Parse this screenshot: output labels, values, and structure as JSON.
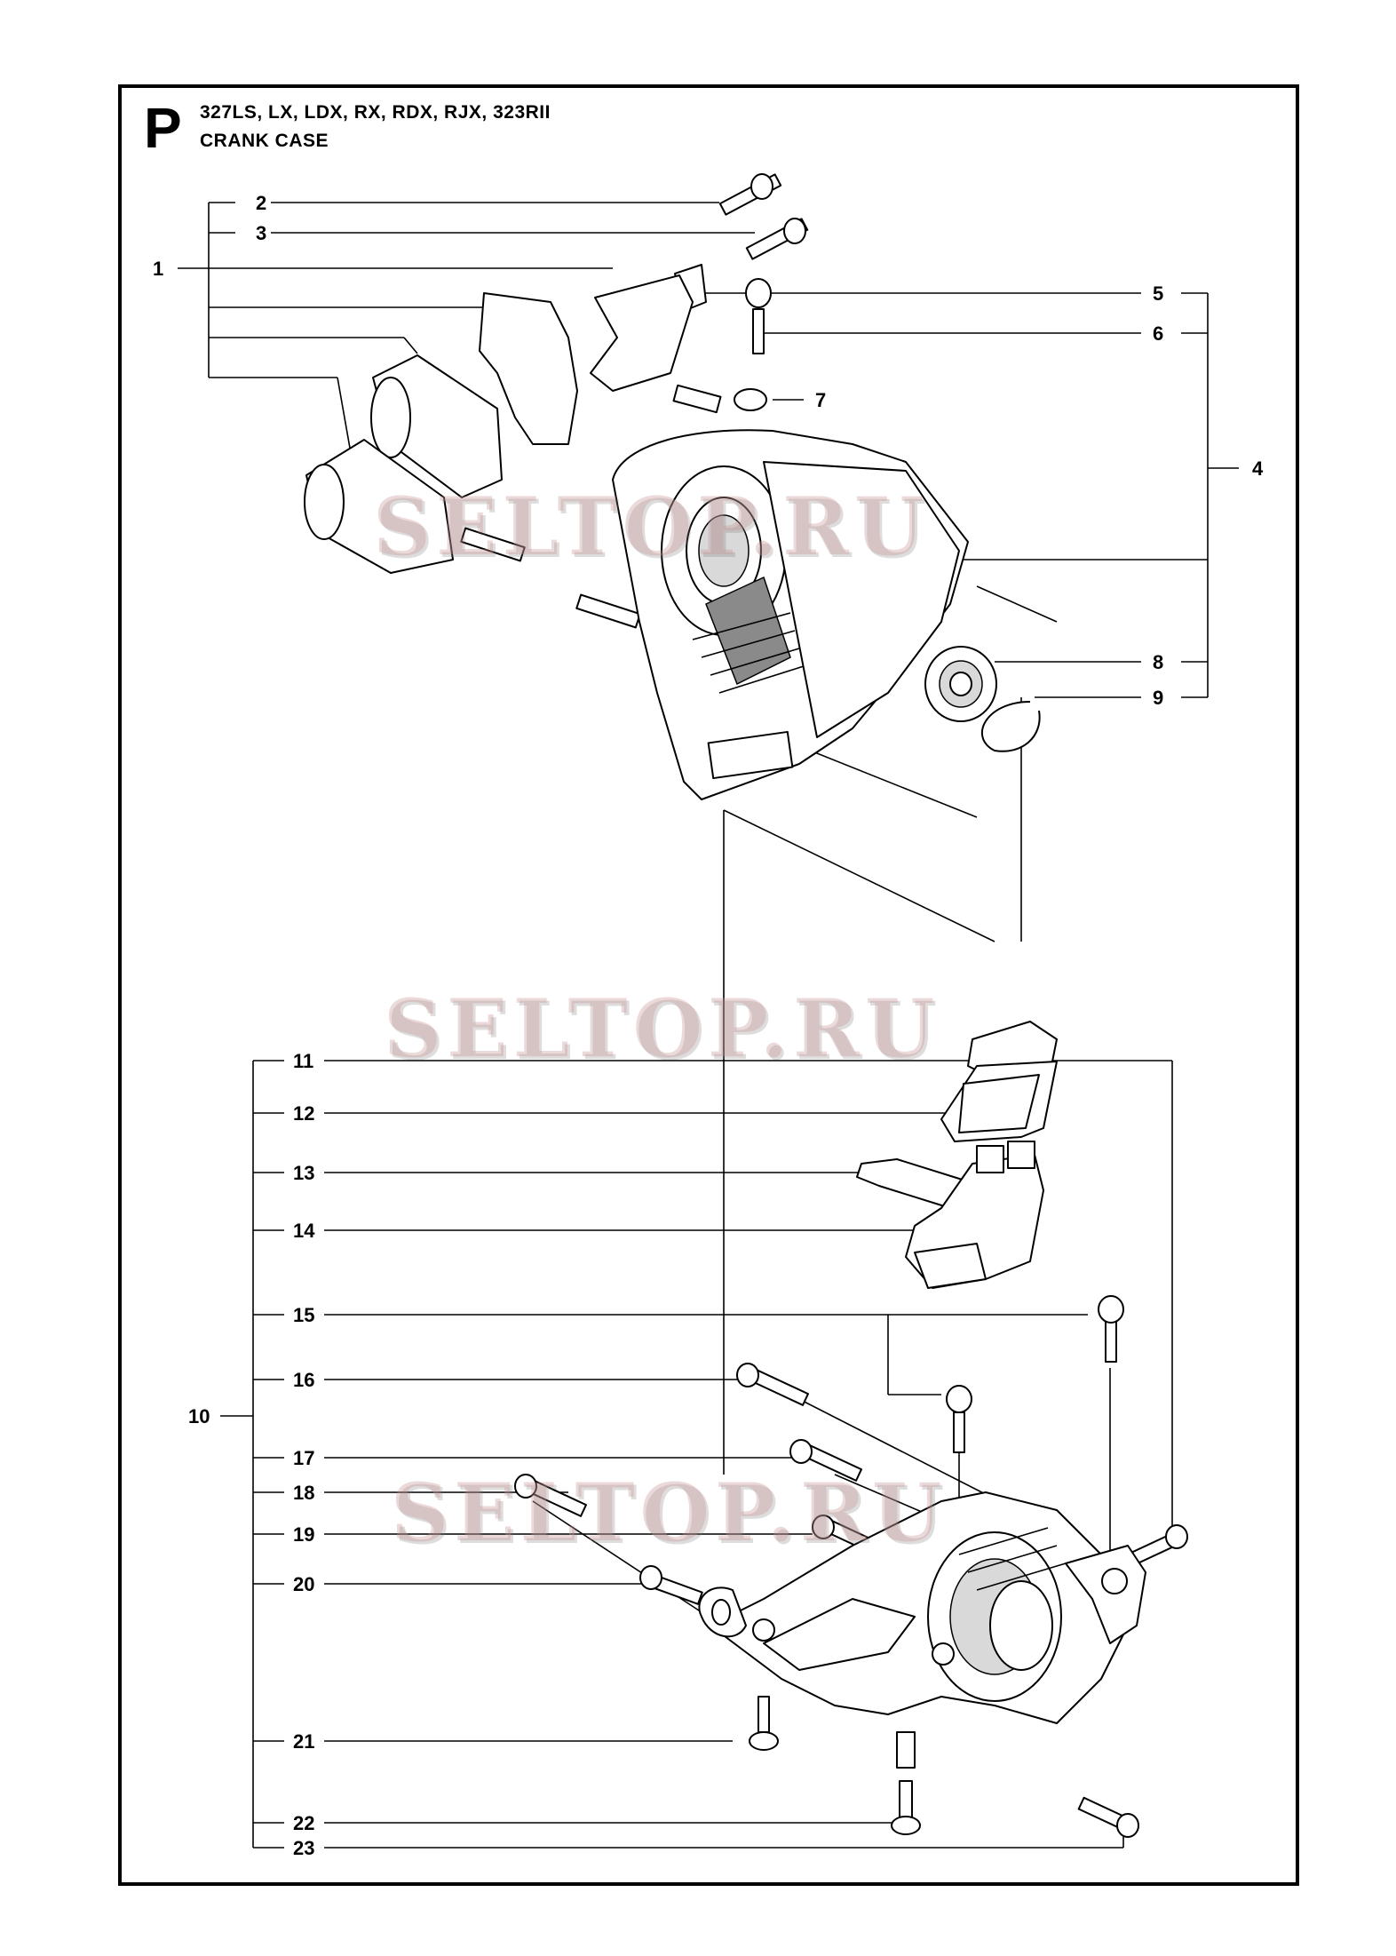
{
  "header": {
    "section_letter": "P",
    "models": "327LS, LX, LDX, RX, RDX, RJX, 323RII",
    "title": "CRANK CASE"
  },
  "watermark": "SELTOP.RU",
  "callouts": [
    "1",
    "2",
    "3",
    "4",
    "5",
    "6",
    "7",
    "8",
    "9",
    "10",
    "11",
    "12",
    "13",
    "14",
    "15",
    "16",
    "17",
    "18",
    "19",
    "20",
    "21",
    "22",
    "23"
  ]
}
